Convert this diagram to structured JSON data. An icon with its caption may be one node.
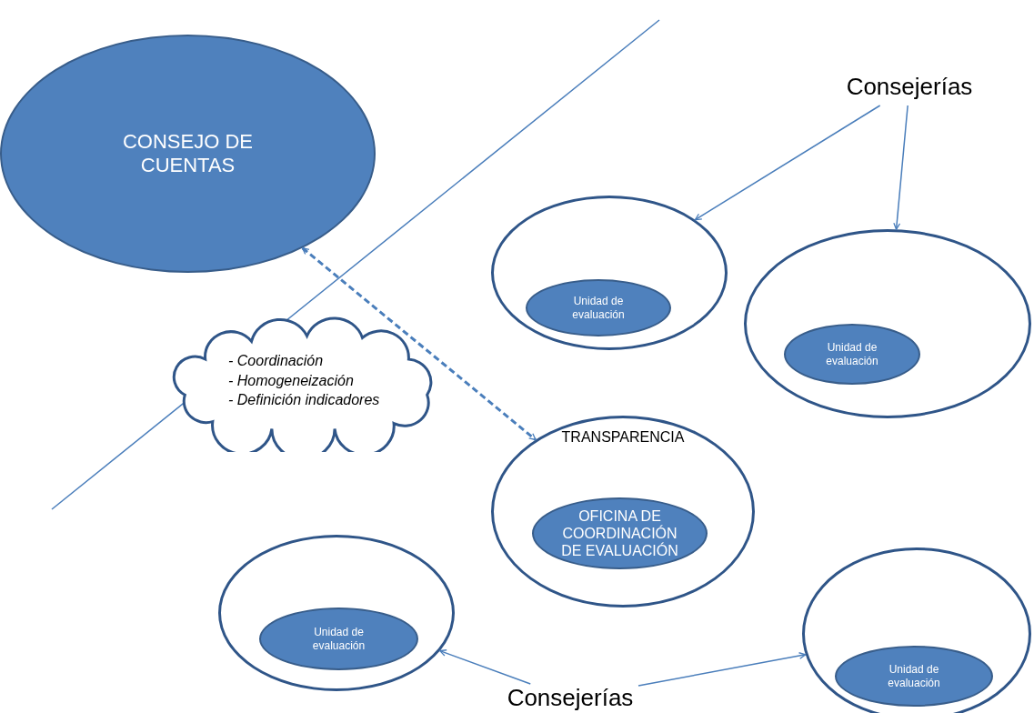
{
  "diagram": {
    "nodes": [
      {
        "text": [
          "CONSEJO DE CUENTAS"
        ]
      },
      {
        "text": [
          "Consejerías"
        ]
      },
      {
        "text": [],
        "shape": "circle"
      },
      {
        "text": [
          "Unidad de evaluación"
        ],
        "in": 2
      },
      {
        "text": [],
        "shape": "circle"
      },
      {
        "text": [
          "Unidad de evaluación"
        ],
        "in": 4
      },
      {
        "text": [
          "- Coordinación",
          "- Homogeneización",
          "- Definición indicadores"
        ]
      },
      {
        "text": [
          "TRANSPARENCIA"
        ]
      },
      {
        "text": [
          "OFICINA DE COORDINACIÓN DE EVALUACIÓN"
        ],
        "in": 7
      },
      {
        "text": [],
        "shape": "circle"
      },
      {
        "text": [
          "Unidad de evaluación"
        ],
        "in": 9
      },
      {
        "text": [],
        "shape": "circle"
      },
      {
        "text": [
          "Unidad de evaluación"
        ],
        "in": 11
      },
      {
        "text": [
          "Consejerías"
        ]
      }
    ],
    "edges": [
      {
        "from": 1,
        "to": 2,
        "arrow": "to"
      },
      {
        "from": 1,
        "to": 4,
        "arrow": "to"
      },
      {
        "from": 0,
        "to": 7,
        "arrow": "both",
        "style": "dashed"
      },
      {
        "from": 13,
        "to": 9,
        "arrow": "to"
      },
      {
        "from": 13,
        "to": 11,
        "arrow": "to"
      }
    ]
  }
}
